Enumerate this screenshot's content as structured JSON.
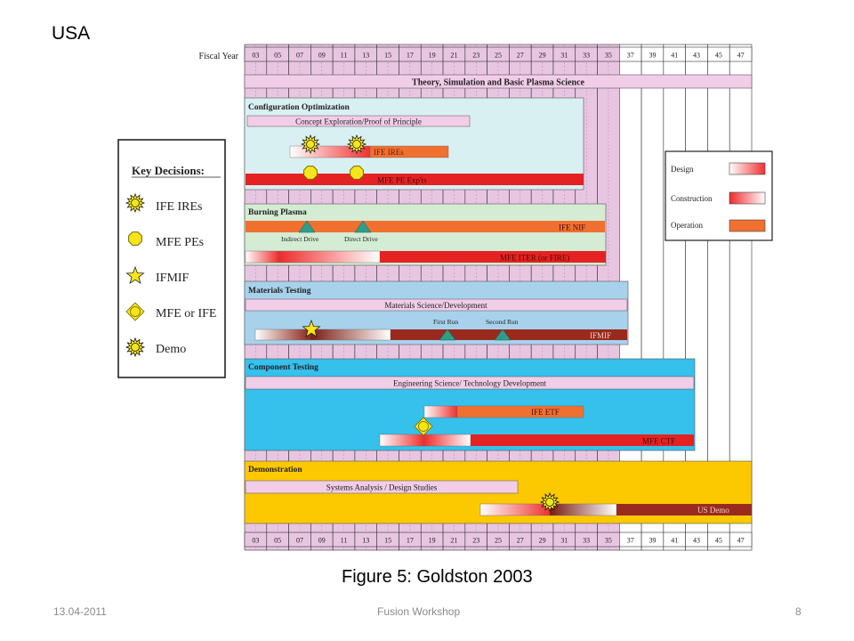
{
  "slide": {
    "title": "USA",
    "footer_date": "13.04-2011",
    "footer_center": "Fusion Workshop",
    "page_number": "8"
  },
  "figure": {
    "caption": "Figure 5: Goldston 2003",
    "fiscal_year_label": "Fiscal Year",
    "years": [
      "03",
      "05",
      "07",
      "09",
      "11",
      "13",
      "15",
      "17",
      "19",
      "21",
      "23",
      "25",
      "27",
      "29",
      "31",
      "33",
      "35",
      "37",
      "39",
      "41",
      "43",
      "45",
      "47"
    ],
    "colors": {
      "grid_pink": "#e8c6e2",
      "theory_pink": "#f2cde8",
      "config_bg": "#d9f0f2",
      "burning_bg": "#d3ecd3",
      "materials_bg": "#a8d2ec",
      "component_bg": "#36c0ec",
      "demo_bg": "#fcc800",
      "operation_orange": "#f07030",
      "red": "#e52222",
      "darkred": "#9a2a1e"
    },
    "sections": [
      {
        "title": "Theory, Simulation and Basic Plasma Science"
      },
      {
        "title": "Configuration Optimization",
        "subtitle": "Concept Exploration/Proof of Principle",
        "rows": [
          "IFE IREs",
          "MFE PE Exp'ts"
        ]
      },
      {
        "title": "Burning Plasma",
        "rows": [
          "IFE NIF",
          "MFE ITER (or FIRE)"
        ],
        "milestones": [
          "Indirect Drive",
          "Direct Drive"
        ]
      },
      {
        "title": "Materials Testing",
        "subtitle": "Materials Science/Development",
        "rows": [
          "IFMIF"
        ],
        "milestones": [
          "First Run",
          "Second Run"
        ]
      },
      {
        "title": "Component Testing",
        "subtitle": "Engineering Science/ Technology Development",
        "rows": [
          "IFE ETF",
          "MFE CTF"
        ]
      },
      {
        "title": "Demonstration",
        "subtitle": "Systems Analysis / Design Studies",
        "rows": [
          "US Demo"
        ]
      }
    ],
    "key_decisions": {
      "title": "Key Decisions:",
      "items": [
        {
          "icon": "sun-burst-icon",
          "label": "IFE IREs"
        },
        {
          "icon": "octagon-icon",
          "label": "MFE PEs"
        },
        {
          "icon": "star-icon",
          "label": "IFMIF"
        },
        {
          "icon": "diamond-burst-icon",
          "label": "MFE or IFE"
        },
        {
          "icon": "dark-burst-icon",
          "label": "Demo"
        }
      ]
    },
    "phase_legend": [
      {
        "label": "Design"
      },
      {
        "label": "Construction"
      },
      {
        "label": "Operation"
      }
    ]
  }
}
